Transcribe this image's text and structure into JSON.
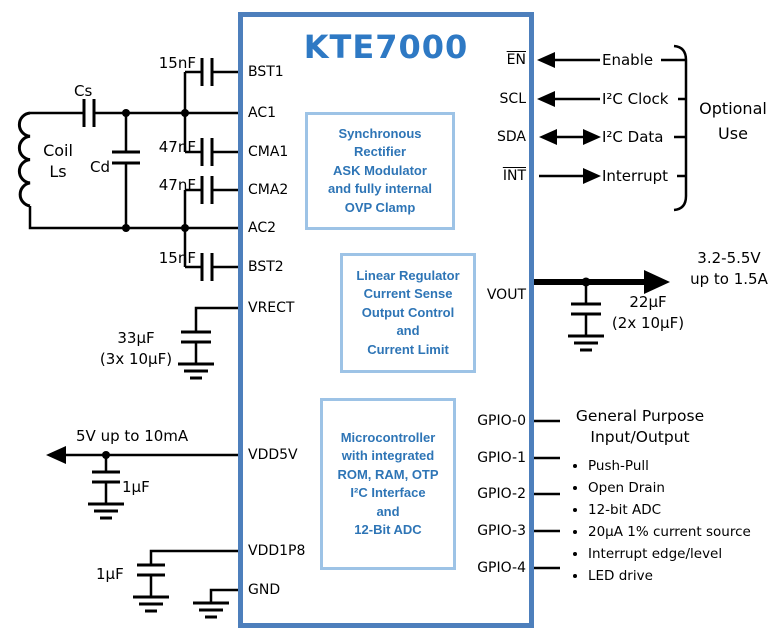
{
  "colors": {
    "chip_border": "#4d7fbc",
    "block_border": "#9dc3e6",
    "block_text": "#2e75b6",
    "title_blue": "#2e79c4",
    "wire": "#000000"
  },
  "chip": {
    "title": "KTE7000",
    "left_pins": [
      "BST1",
      "AC1",
      "CMA1",
      "CMA2",
      "AC2",
      "BST2",
      "VRECT",
      "VDD5V",
      "VDD1P8",
      "GND"
    ],
    "right_pins": [
      "EN",
      "SCL",
      "SDA",
      "INT",
      "VOUT",
      "GPIO-0",
      "GPIO-1",
      "GPIO-2",
      "GPIO-3",
      "GPIO-4"
    ],
    "blocks": [
      {
        "name": "rectifier",
        "lines": [
          "Synchronous",
          "Rectifier",
          "ASK Modulator",
          "and fully internal",
          "OVP Clamp"
        ]
      },
      {
        "name": "regulator",
        "lines": [
          "Linear Regulator",
          "Current Sense",
          "Output Control",
          "and",
          "Current Limit"
        ]
      },
      {
        "name": "microcontroller",
        "lines": [
          "Microcontroller",
          "with integrated",
          "ROM, RAM, OTP",
          "I²C Interface",
          "and",
          "12-Bit ADC"
        ]
      }
    ]
  },
  "left_labels": {
    "cs": "Cs",
    "cd": "Cd",
    "coil": "Coil\nLs",
    "c_bst1": "15nF",
    "c_cma1": "47nF",
    "c_cma2": "47nF",
    "c_bst2": "15nF",
    "c_vrect": "33µF\n(3x 10µF)",
    "vdd5v_note": "5V up to 10mA",
    "c_vdd5v": "1µF",
    "c_vdd1p8": "1µF"
  },
  "right_labels": {
    "enable": "Enable",
    "scl": "I²C Clock",
    "sda": "I²C Data",
    "int": "Interrupt",
    "optional": "Optional\nUse",
    "vout_spec": "3.2-5.5V\nup to 1.5A",
    "c_vout": "22µF\n(2x 10µF)",
    "gpio_header": "General Purpose\nInput/Output",
    "gpio_bullets": [
      "Push-Pull",
      "Open Drain",
      "12-bit ADC",
      "20µA 1% current source",
      "Interrupt edge/level",
      "LED drive"
    ]
  }
}
